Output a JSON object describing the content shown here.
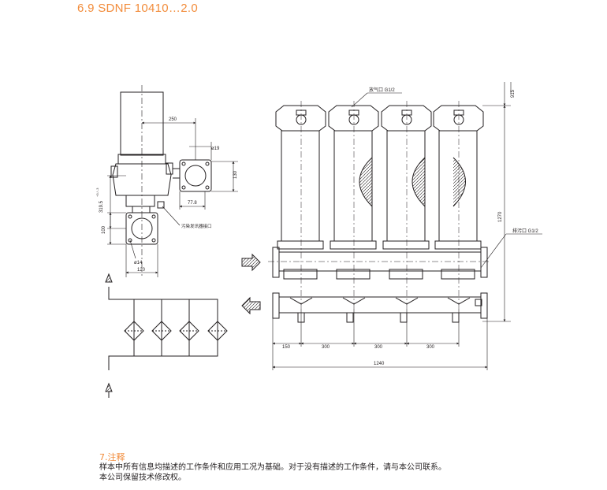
{
  "header": {
    "title": "6.9 SDNF 10410…2.0"
  },
  "side_view": {
    "dims": {
      "offset": "250",
      "port_dia": "ø19",
      "flange_height": "130",
      "flange_width": "77.8",
      "height_total": "319.5",
      "height_tol": "+3 / -3",
      "bottom_height": "100",
      "bolt_dia": "ø14",
      "bottom_width": "120"
    },
    "labels": {
      "drain_port": "污染发讯器接口"
    }
  },
  "front_view": {
    "labels": {
      "vent": "放气口 G1/2",
      "drain": "排污口 G1/2"
    },
    "dims": {
      "top_gap": "915",
      "height": "1270",
      "first_spacing": "150",
      "spacings": [
        "300",
        "300",
        "300"
      ],
      "total_length": "1240"
    }
  },
  "notes": {
    "heading": "7.注释",
    "line1": "样本中所有信息均描述的工作条件和应用工况为基础。对于没有描述的工作条件，请与本公司联系。",
    "line2": "本公司保留技术修改权。"
  }
}
